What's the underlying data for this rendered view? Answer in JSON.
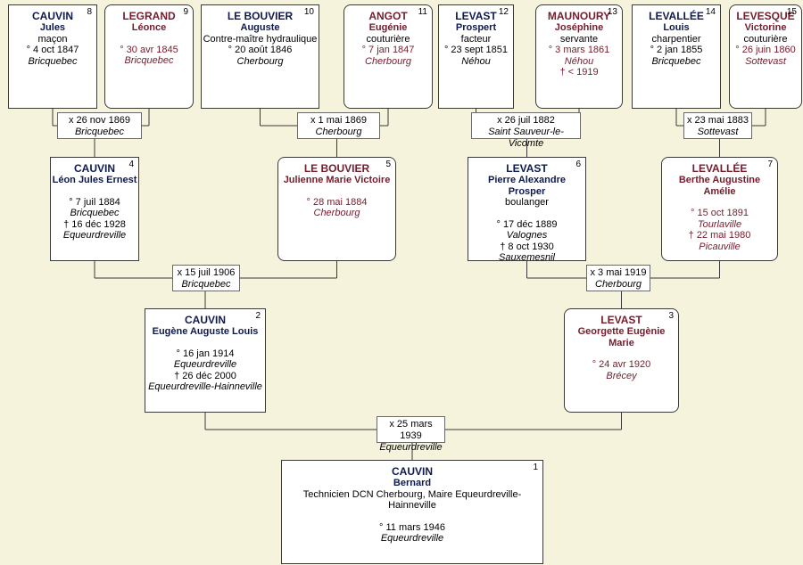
{
  "persons": [
    {
      "num": "8",
      "surname": "CAUVIN",
      "given": "Jules",
      "job": "maçon",
      "birth": "° 4 oct 1847",
      "birth_place": "Bricquebec",
      "sex": "M"
    },
    {
      "num": "9",
      "surname": "LEGRAND",
      "given": "Léonce",
      "birth": "° 30 avr 1845",
      "birth_place": "Bricquebec",
      "sex": "F"
    },
    {
      "num": "10",
      "surname": "LE BOUVIER",
      "given": "Auguste",
      "job": "Contre-maître hydraulique",
      "birth": "° 20 août 1846",
      "birth_place": "Cherbourg",
      "sex": "M"
    },
    {
      "num": "11",
      "surname": "ANGOT",
      "given": "Eugénie",
      "job": "couturière",
      "birth": "° 7 jan 1847",
      "birth_place": "Cherbourg",
      "sex": "F"
    },
    {
      "num": "12",
      "surname": "LEVAST",
      "given": "Prospert",
      "job": "facteur",
      "birth": "° 23 sept 1851",
      "birth_place": "Néhou",
      "sex": "M"
    },
    {
      "num": "13",
      "surname": "MAUNOURY",
      "given": "Joséphine",
      "job": "servante",
      "birth": "° 3 mars 1861",
      "birth_place": "Néhou",
      "death": "† < 1919",
      "sex": "F"
    },
    {
      "num": "14",
      "surname": "LEVALLÉE",
      "given": "Louis",
      "job": "charpentier",
      "birth": "° 2 jan 1855",
      "birth_place": "Bricquebec",
      "sex": "M"
    },
    {
      "num": "15",
      "surname": "LEVESQUE",
      "given": "Victorine",
      "job": "couturière",
      "birth": "° 26 juin 1860",
      "birth_place": "Sottevast",
      "sex": "F"
    },
    {
      "num": "4",
      "surname": "CAUVIN",
      "given": "Léon Jules Ernest",
      "birth": "° 7 juil 1884",
      "birth_place": "Bricquebec",
      "death": "† 16 déc 1928",
      "death_place": "Equeurdreville",
      "sex": "M"
    },
    {
      "num": "5",
      "surname": "LE BOUVIER",
      "given": "Julienne Marie Victoire",
      "birth": "° 28 mai 1884",
      "birth_place": "Cherbourg",
      "sex": "F"
    },
    {
      "num": "6",
      "surname": "LEVAST",
      "given": "Pierre Alexandre Prosper",
      "job": "boulanger",
      "birth": "° 17 déc 1889",
      "birth_place": "Valognes",
      "death": "† 8 oct 1930",
      "death_place": "Sauxemesnil",
      "sex": "M"
    },
    {
      "num": "7",
      "surname": "LEVALLÉE",
      "given": "Berthe Augustine Amélie",
      "birth": "° 15 oct 1891",
      "birth_place": "Tourlaville",
      "death": "† 22 mai 1980",
      "death_place": "Picauville",
      "sex": "F"
    },
    {
      "num": "2",
      "surname": "CAUVIN",
      "given": "Eugène Auguste Louis",
      "birth": "° 16 jan 1914",
      "birth_place": "Equeurdreville",
      "death": "† 26 déc 2000",
      "death_place": "Equeurdreville-Hainneville",
      "sex": "M"
    },
    {
      "num": "3",
      "surname": "LEVAST",
      "given": "Georgette Eugènie Marie",
      "birth": "° 24 avr 1920",
      "birth_place": "Brécey",
      "sex": "F"
    },
    {
      "num": "1",
      "surname": "CAUVIN",
      "given": "Bernard",
      "job": "Technicien DCN Cherbourg, Maire Equeurdreville-Hainneville",
      "birth": "° 11 mars 1946",
      "birth_place": "Equeurdreville",
      "sex": "M"
    }
  ],
  "marriages": [
    {
      "date": "x 26 nov 1869",
      "place": "Bricquebec"
    },
    {
      "date": "x 1 mai 1869",
      "place": "Cherbourg"
    },
    {
      "date": "x 26 juil 1882",
      "place": "Saint Sauveur-le-Vicomte"
    },
    {
      "date": "x 23 mai 1883",
      "place": "Sottevast"
    },
    {
      "date": "x 15 juil 1906",
      "place": "Bricquebec"
    },
    {
      "date": "x 3 mai 1919",
      "place": "Cherbourg"
    },
    {
      "date": "x 25 mars 1939",
      "place": "Equeurdreville"
    }
  ],
  "colors": {
    "background": "#f6f3dc",
    "male_text": "#0e1a4d",
    "female_text": "#741c2c",
    "line": "#3a3a3a"
  }
}
